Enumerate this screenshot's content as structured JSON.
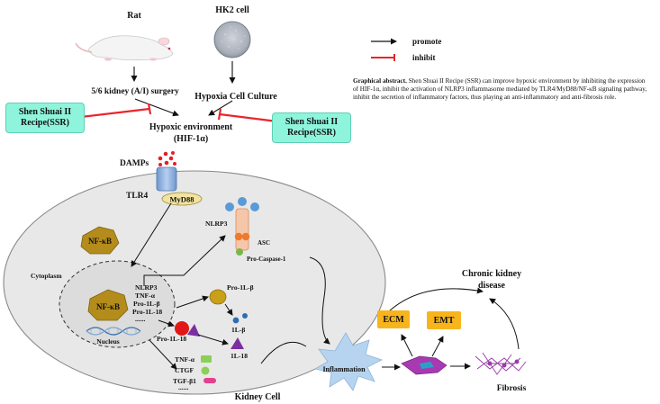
{
  "legend": {
    "promote": "promote",
    "inhibit": "inhibit"
  },
  "caption": {
    "title": "Graphical abstract.",
    "text": "Shen Shuai II Recipe (SSR) can improve hypoxic environment by inhibiting the expression of HIF-1α, inhibit the activation of NLRP3 inflammasome mediated by TLR4/MyD88/NF-κB signaling pathway, inhibit the secretion of inflammatory factors, thus playing an anti-inflammatory and anti-fibrosis role."
  },
  "top": {
    "rat": "Rat",
    "hk2": "HK2 cell",
    "surgery": "5/6 kidney (A/I) surgery",
    "hypoxia_culture": "Hypoxia Cell Culture",
    "hypoxic_env_1": "Hypoxic environment",
    "hypoxic_env_2": "(HIF-1α)",
    "ssr_left_1": "Shen Shuai II",
    "ssr_left_2": "Recipe(SSR)",
    "ssr_right_1": "Shen Shuai II",
    "ssr_right_2": "Recipe(SSR)"
  },
  "cell": {
    "damps": "DAMPs",
    "tlr4": "TLR4",
    "myd88": "MyD88",
    "nfkb_cyto": "NF-κB",
    "cytoplasm": "Cytoplasm",
    "nfkb_nuc": "NF-κB",
    "nucleus": "Nucleus",
    "genes": [
      "NLRP3",
      "TNF-α",
      "Pro-1L-β",
      "Pro-1L-18"
    ],
    "dots": "......",
    "nlrp3": "NLRP3",
    "asc": "ASC",
    "pro_caspase": "Pro-Caspase-1",
    "pro_il_beta": "Pro-1L-β",
    "il_beta": "1L-β",
    "pro_il18": "Pro-1L-18",
    "il18": "1L-18",
    "tnf": "TNF-α",
    "ctgf": "CTGF",
    "tgf": "TGF-β1",
    "dots2": "......",
    "kidney_cell": "Kidney Cell"
  },
  "right": {
    "inflammation": "Inflammation",
    "ecm": "ECM",
    "emt": "EMT",
    "fibrosis": "Fibrosis",
    "ckd_1": "Chronic kidney",
    "ckd_2": "disease"
  },
  "colors": {
    "inhibit_red": "#e8262b",
    "ssr_fill": "#8ef5dc",
    "orange": "#f7b41c",
    "cell_fill": "#e9e9e9",
    "nfkb_fill": "#b48c1c",
    "inflammation_fill": "#b6d4ef",
    "tlr4_blue": "#8fb4e0",
    "myd88_fill": "#f3e3a0",
    "purple": "#a73ab0"
  }
}
